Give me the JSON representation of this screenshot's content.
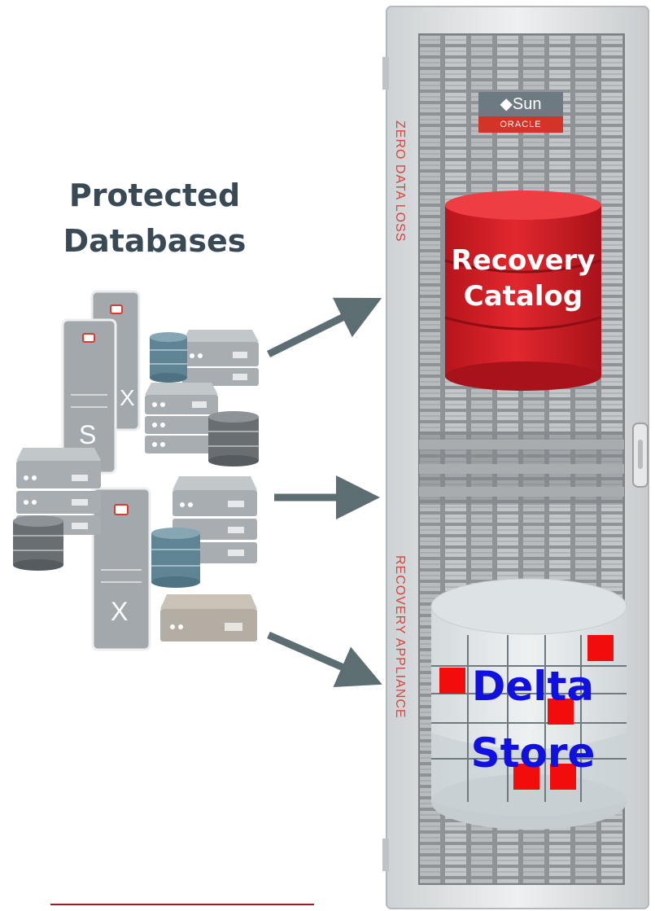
{
  "title": {
    "line1": "Protected",
    "line2": "Databases"
  },
  "rack": {
    "side_top": "ZERO DATA LOSS",
    "side_bottom": "RECOVERY APPLIANCE",
    "brand_top": "Sun",
    "brand_bottom": "ORACLE"
  },
  "recovery_catalog": {
    "line1": "Recovery",
    "line2": "Catalog"
  },
  "delta_store": {
    "line1": "Delta",
    "line2": "Store"
  },
  "servers": [
    {
      "badge": "X"
    },
    {
      "badge": "S"
    },
    {
      "badge": "X"
    }
  ],
  "colors": {
    "accent_red": "#d8433b",
    "arrow": "#5d6e73",
    "cylinder_red": "#d7212a",
    "delta_text": "#1010e0",
    "server_gray": "#a3a8ac"
  }
}
